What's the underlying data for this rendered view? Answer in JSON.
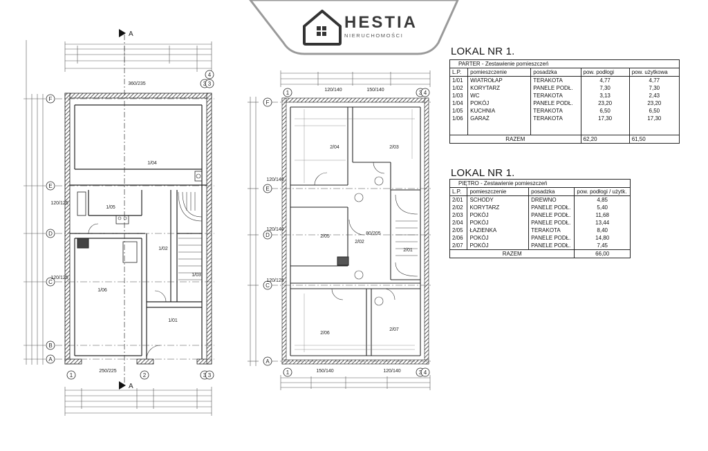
{
  "logo": {
    "name": "HESTIA",
    "tagline": "NIERUCHOMOŚCI"
  },
  "plan_labels": {
    "section": "A",
    "axes_rows": [
      "F",
      "E",
      "D",
      "C",
      "B",
      "A"
    ],
    "axes_cols": [
      "1",
      "2",
      "3",
      "4"
    ],
    "ground_rooms": [
      "1/01",
      "1/02",
      "1/03",
      "1/04",
      "1/05",
      "1/06"
    ],
    "floor_rooms": [
      "2/01",
      "2/02",
      "2/03",
      "2/04",
      "2/05",
      "2/06",
      "2/07"
    ],
    "windows": [
      "120/125",
      "120/140",
      "150/140",
      "250/225",
      "360/235",
      "80/205"
    ]
  },
  "table1": {
    "title": "LOKAL NR 1.",
    "subtitle": "PARTER - Zestawienie pomieszczeń",
    "headers": [
      "L.P.",
      "pomieszczenie",
      "posadzka",
      "pow. podłogi",
      "pow. użytkowa"
    ],
    "rows": [
      [
        "1/01",
        "WIATROŁAP",
        "TERAKOTA",
        "4,77",
        "4,77"
      ],
      [
        "1/02",
        "KORYTARZ",
        "PANELE PODŁ.",
        "7,30",
        "7,30"
      ],
      [
        "1/03",
        "WC",
        "TERAKOTA",
        "3,13",
        "2,43"
      ],
      [
        "1/04",
        "POKÓJ",
        "PANELE PODŁ.",
        "23,20",
        "23,20"
      ],
      [
        "1/05",
        "KUCHNIA",
        "TERAKOTA",
        "6,50",
        "6,50"
      ],
      [
        "1/06",
        "GARAŻ",
        "TERAKOTA",
        "17,30",
        "17,30"
      ]
    ],
    "total_label": "RAZEM",
    "total_floor": "62,20",
    "total_usable": "61,50"
  },
  "table2": {
    "title": "LOKAL NR 1.",
    "subtitle": "PIĘTRO - Zestawienie pomieszczeń",
    "headers": [
      "L.P.",
      "pomieszczenie",
      "posadzka",
      "pow. podłogi / użytk."
    ],
    "rows": [
      [
        "2/01",
        "SCHODY",
        "DREWNO",
        "4,85"
      ],
      [
        "2/02",
        "KORYTARZ",
        "PANELE PODŁ.",
        "5,40"
      ],
      [
        "2/03",
        "POKÓJ",
        "PANELE PODŁ.",
        "11,68"
      ],
      [
        "2/04",
        "POKÓJ",
        "PANELE PODŁ.",
        "13,44"
      ],
      [
        "2/05",
        "ŁAZIENKA",
        "TERAKOTA",
        "8,40"
      ],
      [
        "2/06",
        "POKÓJ",
        "PANELE PODŁ.",
        "14,80"
      ],
      [
        "2/07",
        "POKÓJ",
        "PANELE PODŁ.",
        "7,45"
      ]
    ],
    "total_label": "RAZEM",
    "total": "66,00"
  }
}
